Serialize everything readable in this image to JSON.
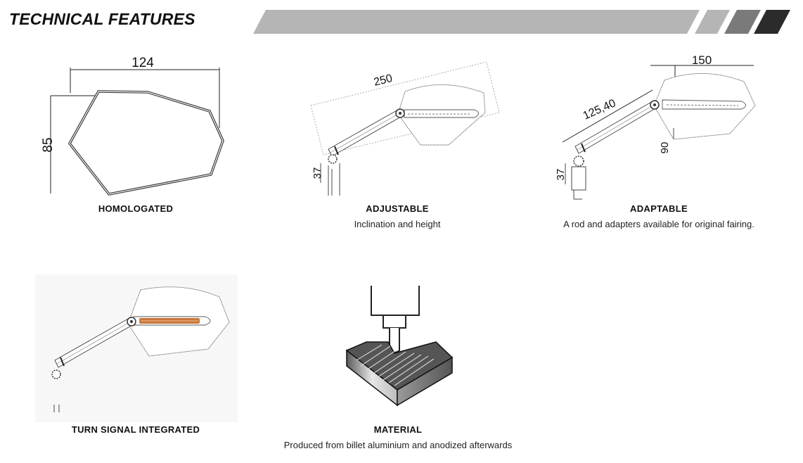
{
  "header": {
    "title": "TECHNICAL FEATURES"
  },
  "features": [
    {
      "caption": "HOMOLOGATED",
      "description": "",
      "dims": {
        "width": "124",
        "height": "85"
      }
    },
    {
      "caption": "ADJUSTABLE",
      "description": "Inclination and height",
      "dims": {
        "length": "250",
        "height": "37"
      }
    },
    {
      "caption": "ADAPTABLE",
      "description": "A rod and adapters available for original fairing.",
      "dims": {
        "width": "150",
        "rod": "125,40",
        "depth": "90",
        "height": "37"
      }
    },
    {
      "caption": "TURN SIGNAL INTEGRATED",
      "description": ""
    },
    {
      "caption": "MATERIAL",
      "description": "Produced from billet aluminium and anodized afterwards"
    }
  ],
  "colors": {
    "banner_light": "#b5b5b5",
    "banner_mid": "#7a7a7a",
    "banner_dark": "#2b2b2b",
    "signal": "#c8773a"
  }
}
